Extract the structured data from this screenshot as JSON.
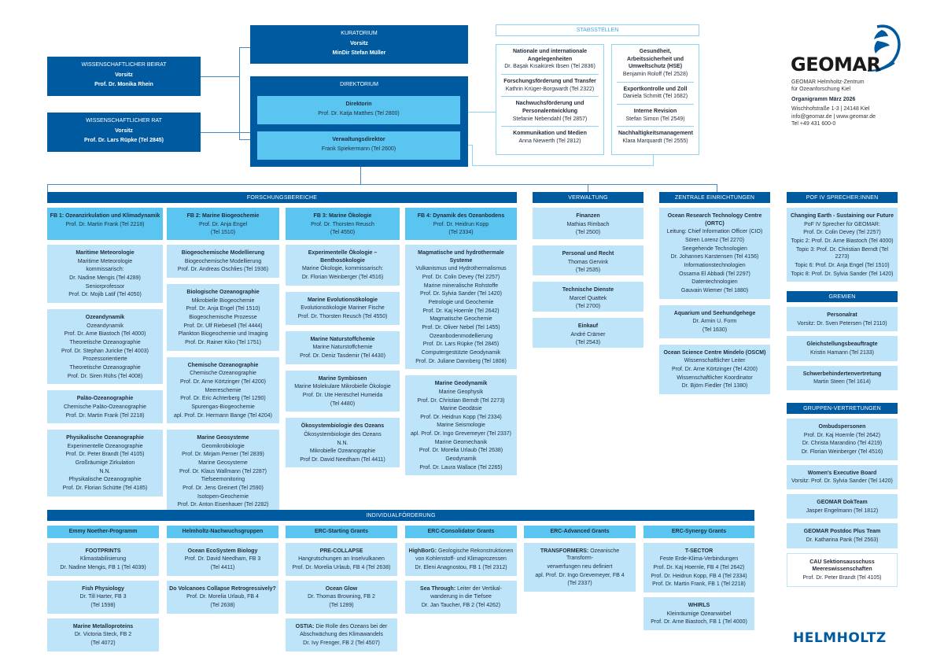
{
  "kuratorium": {
    "title": "KURATORIUM",
    "role": "Vorsitz",
    "name": "MinDir Stefan Müller"
  },
  "beirat": {
    "title": "WISSENSCHAFTLICHER BEIRAT",
    "role": "Vorsitz",
    "name": "Prof. Dr. Monika Rhein"
  },
  "rat": {
    "title": "WISSENSCHAFTLICHER RAT",
    "role": "Vorsitz",
    "name": "Prof. Dr. Lars Rüpke (Tel 2845)"
  },
  "direktorium": {
    "title": "DIREKTORIUM",
    "direktorin": {
      "role": "Direktorin",
      "name": "Prof. Dr. Katja Matthes (Tel 2800)"
    },
    "verwaltungsdirektor": {
      "role": "Verwaltungsdirektor",
      "name": "Frank Spiekermann (Tel 2600)"
    }
  },
  "stabsstellen": {
    "title": "STABSSTELLEN",
    "left": [
      {
        "title": "Nationale und internationale Angelegenheiten",
        "name": "Dr. Başak Kısakürek Ibsen (Tel 2836)"
      },
      {
        "title": "Forschungsförderung und Transfer",
        "name": "Kathrin Krüger-Borgwardt (Tel 2322)"
      },
      {
        "title": "Nachwuchsförderung und Personalentwicklung",
        "name": "Stefanie Nebendahl (Tel 2857)"
      },
      {
        "title": "Kommunikation und Medien",
        "name": "Anna Niewerth (Tel 2812)"
      }
    ],
    "right": [
      {
        "title": "Gesundheit, Arbeitssicherheit und Umweltschutz (HSE)",
        "name": "Benjamin Roloff (Tel 2528)"
      },
      {
        "title": "Exportkontrolle und Zoll",
        "name": "Daniela Schmitt (Tel 1682)"
      },
      {
        "title": "Interne Revision",
        "name": "Stefan Simon (Tel 2549)"
      },
      {
        "title": "Nachhaltigkeitsmanagement",
        "name": "Klara Marquardt (Tel 2555)"
      }
    ]
  },
  "logo": {
    "wordmark": "GEOMAR",
    "org1": "GEOMAR Helmholtz-Zentrum",
    "org2": "für Ozeanforschung Kiel",
    "organigramm": "Organigramm März 2026",
    "address": "Wischhofstraße 1-3 | 24148 Kiel",
    "web": "info@geomar.de | www.geomar.de",
    "tel": "Tel +49 431 600-0"
  },
  "forschung": {
    "title": "FORSCHUNGSBEREICHE",
    "fbs": [
      {
        "head": {
          "title": "FB 1: Ozeanzirkulation und Klimadynamik",
          "lines": [
            "Prof. Dr. Martin Frank (Tel 2218)"
          ]
        },
        "units": [
          {
            "title": "Maritime Meteorologie",
            "lines": [
              "Maritime Meteorologie",
              "kommissarisch:",
              "Dr. Nadine Mengis (Tel 4289)",
              "Seniorprofessor",
              "Prof. Dr. Mojib Latif (Tel 4050)"
            ]
          },
          {
            "title": "Ozeandynamik",
            "lines": [
              "Ozeandynamik",
              "Prof. Dr. Arne Biastoch (Tel 4000)",
              "Theoretische Ozeanographie",
              "Prof. Dr. Stephan Juricke (Tel 4003)",
              "Prozessorientierte",
              "Theoretische Ozeanographie",
              "Prof. Dr. Siren Rühs (Tel 4008)"
            ]
          },
          {
            "title": "Paläo-Ozeanographie",
            "lines": [
              "Chemische Paläo-Ozeanographie",
              "Prof. Dr. Martin Frank (Tel 2218)"
            ]
          },
          {
            "title": "Physikalische Ozeanographie",
            "lines": [
              "Experimentelle Ozeanographie",
              "Prof. Dr. Peter Brandt (Tel 4105)",
              "Großräumige Zirkulation",
              "N.N.",
              "Physikalische Ozeanographie",
              "Prof. Dr. Florian Schütte (Tel 4185)"
            ]
          }
        ]
      },
      {
        "head": {
          "title": "FB 2: Marine Biogeochemie",
          "lines": [
            "Prof. Dr. Anja Engel",
            "(Tel 1510)"
          ]
        },
        "units": [
          {
            "title": "Biogeochemische Modellierung",
            "lines": [
              "Biogeochemische Modellierung",
              "Prof. Dr. Andreas Oschlies (Tel 1936)"
            ]
          },
          {
            "title": "Biologische Ozeanographie",
            "lines": [
              "Mikrobielle Biogeochemie",
              "Prof. Dr. Anja Engel (Tel 1510)",
              "Biogeochemische Prozesse",
              "Prof. Dr. Ulf Riebesell (Tel 4444)",
              "Plankton Biogeochemie und Imaging",
              "Prof. Dr. Rainer Kiko (Tel 1751)"
            ]
          },
          {
            "title": "Chemische Ozeanographie",
            "lines": [
              "Chemische Ozeanographie",
              "Prof. Dr. Arne Körtzinger (Tel 4200)",
              "Meereschemie",
              "Prof. Dr. Eric Achterberg (Tel 1290)",
              "Spurengas-Biogeochemie",
              "apl. Prof. Dr. Hermann Bange (Tel 4204)"
            ]
          },
          {
            "title": "Marine Geosysteme",
            "lines": [
              "Geomikrobiologie",
              "Prof. Dr. Mirjam Perner (Tel 2839)",
              "Marine Geosysteme",
              "Prof. Dr. Klaus Wallmann (Tel 2287)",
              "Tiefseemonitoring",
              "Prof. Dr. Jens Greinert (Tel 2590)",
              "Isotopen-Geochemie",
              "Prof. Dr. Anton Eisenhauer (Tel 2282)"
            ]
          }
        ]
      },
      {
        "head": {
          "title": "FB 3: Marine Ökologie",
          "lines": [
            "Prof. Dr. Thorsten Reusch",
            "(Tel 4550)"
          ]
        },
        "units": [
          {
            "title": "Experimentelle Ökologie – Benthosökologie",
            "lines": [
              "Marine Ökologie, kommissarisch:",
              "Dr. Florian Weinberger (Tel 4516)"
            ]
          },
          {
            "title": "Marine Evolutionsökologie",
            "lines": [
              "Evolutionsökologie Mariner Fische",
              "Prof. Dr. Thorsten Reusch (Tel 4550)"
            ]
          },
          {
            "title": "Marine Naturstoffchemie",
            "lines": [
              "Marine Naturstoffchemie",
              "Prof. Dr. Deniz Tasdemir (Tel 4430)"
            ]
          },
          {
            "title": "Marine Symbiosen",
            "lines": [
              "Marine Molekulare Mikrobielle Ökologie",
              "Prof. Dr. Ute Hentschel Humeida",
              "(Tel 4480)"
            ]
          },
          {
            "title": "Ökosystembiologie des Ozeans",
            "lines": [
              "Ökosystembiologie des Ozeans",
              "N.N.",
              "Mikrobielle Ozeanographie",
              "Prof Dr. David Needham (Tel 4411)"
            ]
          }
        ]
      },
      {
        "head": {
          "title": "FB 4: Dynamik des Ozeanbodens",
          "lines": [
            "Prof. Dr. Heidrun Kopp",
            "(Tel 2334)"
          ]
        },
        "units": [
          {
            "title": "Magmatische und hydrothermale Systeme",
            "lines": [
              "Vulkanismus und Hydrothermalismus",
              "Prof. Dr. Colin Devey (Tel 2257)",
              "Marine mineralische Rohstoffe",
              "Prof. Dr. Sylvia Sander (Tel 1420)",
              "Petrologie und Geochemie",
              "Prof. Dr. Kaj Hoernle (Tel 2642)",
              "Magmatische Geochemie",
              "Prof. Dr. Oliver Nebel (Tel 1455)",
              "Ozeanbodenmodellierung",
              "Prof. Dr. Lars Rüpke (Tel 2845)",
              "Computergestützte Geodynamik",
              "Prof. Dr. Juliane Dannberg (Tel 1808)"
            ]
          },
          {
            "title": "Marine Geodynamik",
            "lines": [
              "Marine Geophysik",
              "Prof. Dr. Christian Berndt (Tel 2273)",
              "Marine Geodäsie",
              "Prof. Dr. Heidrun Kopp (Tel 2334)",
              "Marine Seismologie",
              "apl. Prof. Dr. Ingo Grevemeyer (Tel 2337)",
              "Marine Geomechanik",
              "Prof. Dr. Morelia Urlaub (Tel 2638)",
              "Geodynamik",
              "Prof. Dr. Laura Wallace (Tel 2265)"
            ]
          }
        ]
      }
    ]
  },
  "verwaltung": {
    "title": "VERWALTUNG",
    "units": [
      {
        "title": "Finanzen",
        "lines": [
          "Mathias Rimbach",
          "(Tel 2500)"
        ]
      },
      {
        "title": "Personal und Recht",
        "lines": [
          "Thomas Gervink",
          "(Tel 2535)"
        ]
      },
      {
        "title": "Technische Dienste",
        "lines": [
          "Marcel Quattek",
          "(Tel 2700)"
        ]
      },
      {
        "title": "Einkauf",
        "lines": [
          "André Crämer",
          "(Tel 2543)"
        ]
      }
    ]
  },
  "zentrale": {
    "title": "ZENTRALE EINRICHTUNGEN",
    "units": [
      {
        "title": "Ocean Research Technology Centre (ORTC)",
        "lines": [
          "Leitung: Chief Information Officer (CIO)",
          "Sören Lorenz (Tel 2270)",
          "Seegehende Technologien",
          "Dr. Johannes Karstensen (Tel 4156)",
          "Informationstechnologien",
          "Ossama El Abbadi (Tel 2297)",
          "Datentechnologien",
          "Gauvain Wiemer (Tel 1880)"
        ]
      },
      {
        "title": "Aquarium und Seehundgehege",
        "lines": [
          "Dr. Armin U. Form",
          "(Tel 1630)"
        ]
      },
      {
        "title": "Ocean Science Centre Mindelo (OSCM)",
        "lines": [
          "Wissenschaftlicher Leiter",
          "Prof. Dr. Arne Körtzinger (Tel 4200)",
          "Wissenschaftlicher Koordinator",
          "Dr. Björn Fiedler (Tel 1380)"
        ]
      }
    ]
  },
  "pof": {
    "title": "POF IV SPRECHER:INNEN",
    "units": [
      {
        "title": "Changing Earth - Sustaining our Future",
        "lines": [
          "PoF IV Sprecher für GEOMAR:",
          "Prof. Dr. Colin Devey (Tel 2257)",
          "Topic 2: Prof. Dr. Arne Biastoch (Tel 4000)",
          "Topic 3: Prof. Dr. Christian Berndt (Tel 2273)",
          "Topic 6: Prof. Dr. Anja Engel (Tel 1510)",
          "Topic 8: Prof. Dr. Sylvia Sander (Tel 1420)"
        ]
      }
    ]
  },
  "gremien": {
    "title": "GREMIEN",
    "units": [
      {
        "title": "Personalrat",
        "lines": [
          "Vorsitz: Dr. Sven Petersen (Tel 2110)"
        ]
      },
      {
        "title": "Gleichstellungsbeauftragte",
        "lines": [
          "Kristin Hamann (Tel 2133)"
        ]
      },
      {
        "title": "Schwerbehindertenvertretung",
        "lines": [
          "Martin Steen (Tel 1614)"
        ]
      }
    ]
  },
  "gruppen": {
    "title": "GRUPPEN-VERTRETUNGEN",
    "units": [
      {
        "title": "Ombudspersonen",
        "lines": [
          "Prof. Dr. Kaj Hoernle (Tel 2642)",
          "Dr. Christa Marandino (Tel 4219)",
          "Dr. Florian Weinberger (Tel 4516)"
        ]
      },
      {
        "title": "Women's Executive Board",
        "lines": [
          "Vorsitz: Prof. Dr. Sylvia Sander (Tel 1420)"
        ]
      },
      {
        "title": "GEOMAR DokTeam",
        "lines": [
          "Jasper Engelmann (Tel 1812)"
        ]
      },
      {
        "title": "GEOMAR Postdoc Plus Team",
        "lines": [
          "Dr. Katharina Pank (Tel 2563)"
        ]
      }
    ],
    "cau": {
      "title": "CAU Sektionsausschuss Meereswissenschaften",
      "lines": [
        "Prof. Dr. Peter Brandt (Tel 4105)"
      ]
    }
  },
  "individual": {
    "title": "INDIVIDUALFÖRDERUNG",
    "programs": [
      {
        "name": "Emmy Noether-Programm",
        "items": [
          {
            "title": "FOOTPRINTS",
            "lines": [
              "Klimastabilisierung",
              "Dr. Nadine Mengis, FB 1 (Tel 4039)"
            ]
          },
          {
            "title": "Fish Physiology",
            "lines": [
              "Dr. Till Harter, FB 3",
              "(Tel 1598)"
            ]
          },
          {
            "title": "Marine Metalloproteins",
            "lines": [
              "Dr. Victoria Steck, FB 2",
              "(Tel 4072)"
            ]
          }
        ]
      },
      {
        "name": "Helmholtz-Nachwuchsgruppen",
        "items": [
          {
            "title": "Ocean EcoSystem Biology",
            "lines": [
              "Prof. Dr. David Needham, FB 3",
              "(Tel 4411)"
            ]
          },
          {
            "title": "Do Volcanoes Collapse Retrogressively?",
            "lines": [
              "Prof. Dr. Morelia Urlaub, FB 4",
              "(Tel 2638)"
            ]
          }
        ]
      },
      {
        "name": "ERC-Starting Grants",
        "items": [
          {
            "title": "PRE-COLLAPSE",
            "lines": [
              "Hangrutschungen an Inselvulkanen",
              "Prof. Dr. Morelia Urlaub, FB 4 (Tel 2638)"
            ]
          },
          {
            "title": "Ocean Glow",
            "lines": [
              "Dr. Thomas Browning, FB 2",
              "(Tel 1289)"
            ]
          },
          {
            "title": "OSTIA:",
            "inline": "Die Rolle des Ozeans bei der",
            "lines": [
              "Abschwächung des Klimawandels",
              "Dr. Ivy Frenger, FB 2 (Tel 4507)"
            ]
          }
        ]
      },
      {
        "name": "ERC-Consolidator Grants",
        "items": [
          {
            "title": "HighBorG:",
            "inline": "Geologische Rekonstruktionen",
            "lines": [
              "von Kohlenstoff- und Klimaprozessen",
              "Dr. Eleni Anagnostou, FB 1 (Tel 2312)"
            ]
          },
          {
            "title": "Sea Through:",
            "inline": "Leiter der Vertikal-",
            "lines": [
              "wanderung in die Tiefsee",
              "Dr. Jan Taucher, FB 2 (Tel 4262)"
            ]
          }
        ]
      },
      {
        "name": "ERC-Advanced Grants",
        "items": [
          {
            "title": "TRANSFORMERS:",
            "inline": "Ozeanische Transform-",
            "lines": [
              "verwerfungen neu definiert",
              "apl. Prof. Dr. Ingo Grevemeyer, FB 4",
              "(Tel 2337)"
            ]
          }
        ]
      },
      {
        "name": "ERC-Synergy Grants",
        "items": [
          {
            "title": "T-SECTOR",
            "lines": [
              "Feste Erde-Klima-Verbindungen",
              "Prof. Dr. Kaj Hoernle, FB 4  (Tel 2642)",
              "Prof. Dr. Heidrun Kopp, FB 4 (Tel 2334)",
              "Prof. Dr. Martin Frank, FB 1 (Tel 2218)"
            ]
          },
          {
            "title": "WHIRLS",
            "lines": [
              "Kleinräumige Ozeanwirbel",
              "Prof. Dr. Arne Biastoch, FB 1 (Tel 4000)"
            ]
          }
        ]
      }
    ]
  },
  "helmholtz": "HELMHOLTZ",
  "colors": {
    "dark": "#005aa0",
    "mid": "#5bc5f2",
    "light": "#bde4f8",
    "line": "#8fd3f5"
  }
}
